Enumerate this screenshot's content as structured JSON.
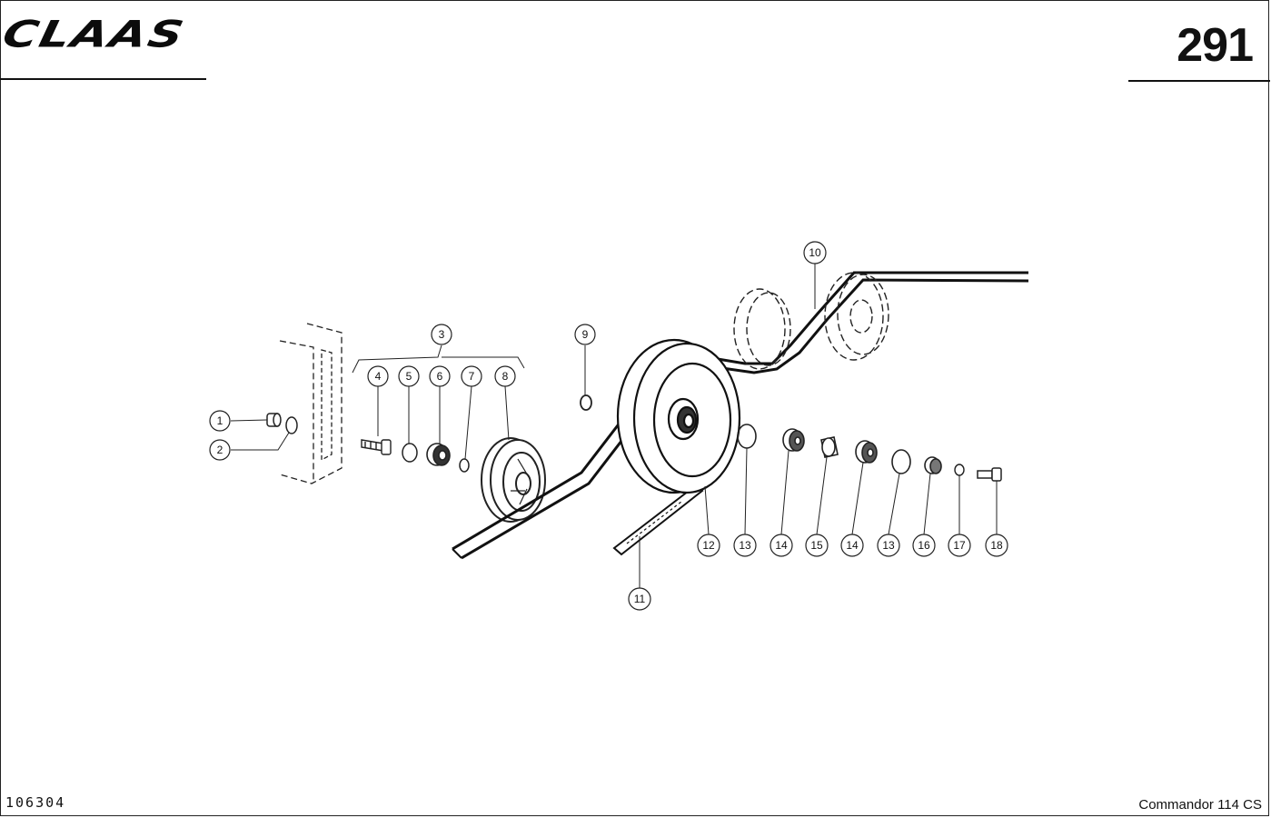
{
  "header": {
    "brand": "CLAAS",
    "page_number": "291"
  },
  "footer": {
    "document_id": "106304",
    "model": "Commandor 114 CS"
  },
  "diagram": {
    "callouts": [
      "1",
      "2",
      "3",
      "4",
      "5",
      "6",
      "7",
      "8",
      "9",
      "10",
      "11",
      "12",
      "13",
      "14",
      "15",
      "14",
      "13",
      "16",
      "17",
      "18"
    ]
  }
}
